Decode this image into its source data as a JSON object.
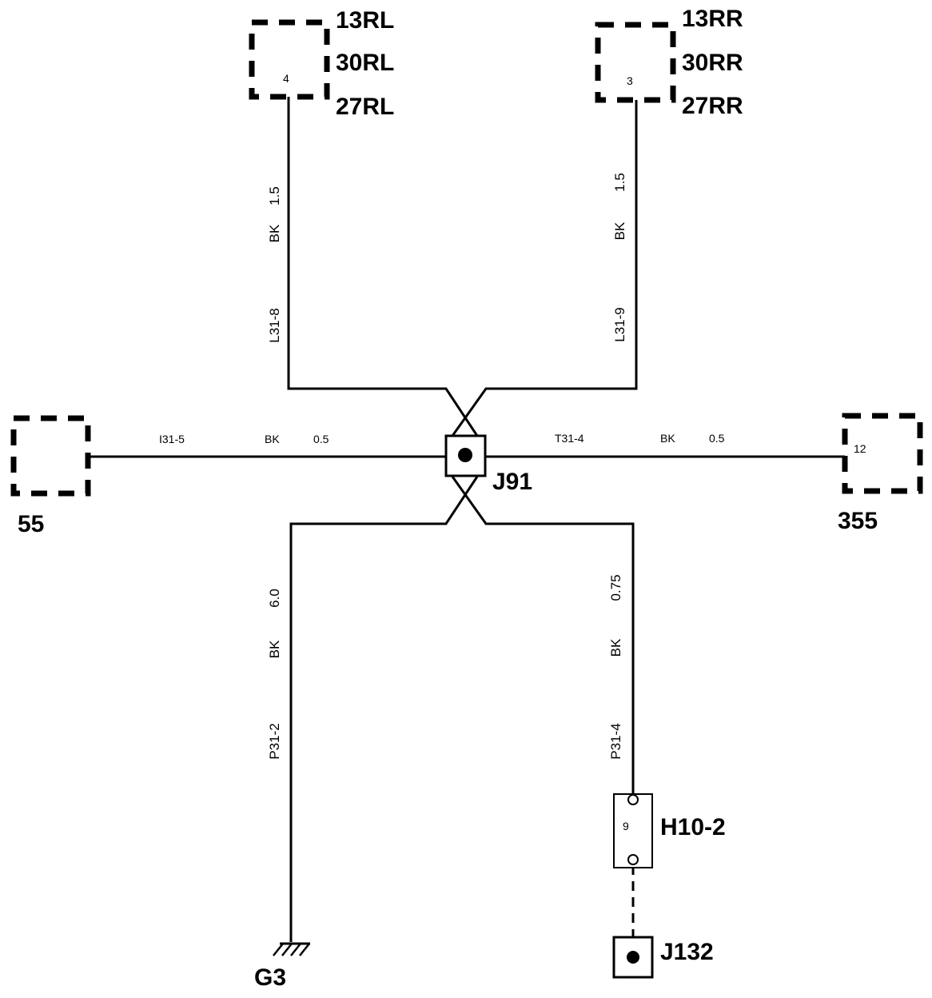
{
  "components": {
    "rear_left": {
      "pin": "4",
      "labels": [
        "13RL",
        "30RL",
        "27RL"
      ]
    },
    "rear_right": {
      "pin": "3",
      "labels": [
        "13RR",
        "30RR",
        "27RR"
      ]
    },
    "left_component": {
      "label": "55"
    },
    "right_component": {
      "pin": "12",
      "label": "355"
    },
    "splice_j91": {
      "label": "J91"
    },
    "connector_h10": {
      "pin": "9",
      "label": "H10-2"
    },
    "splice_j132": {
      "label": "J132"
    },
    "ground_g3": {
      "label": "G3"
    }
  },
  "wires": {
    "upper_left": {
      "id": "L31-8",
      "color": "BK",
      "size": "1.5"
    },
    "upper_right": {
      "id": "L31-9",
      "color": "BK",
      "size": "1.5"
    },
    "left": {
      "id": "I31-5",
      "color": "BK",
      "size": "0.5"
    },
    "right": {
      "id": "T31-4",
      "color": "BK",
      "size": "0.5"
    },
    "lower_left": {
      "id": "P31-2",
      "color": "BK",
      "size": "6.0"
    },
    "lower_right": {
      "id": "P31-4",
      "color": "BK",
      "size": "0.75"
    }
  }
}
